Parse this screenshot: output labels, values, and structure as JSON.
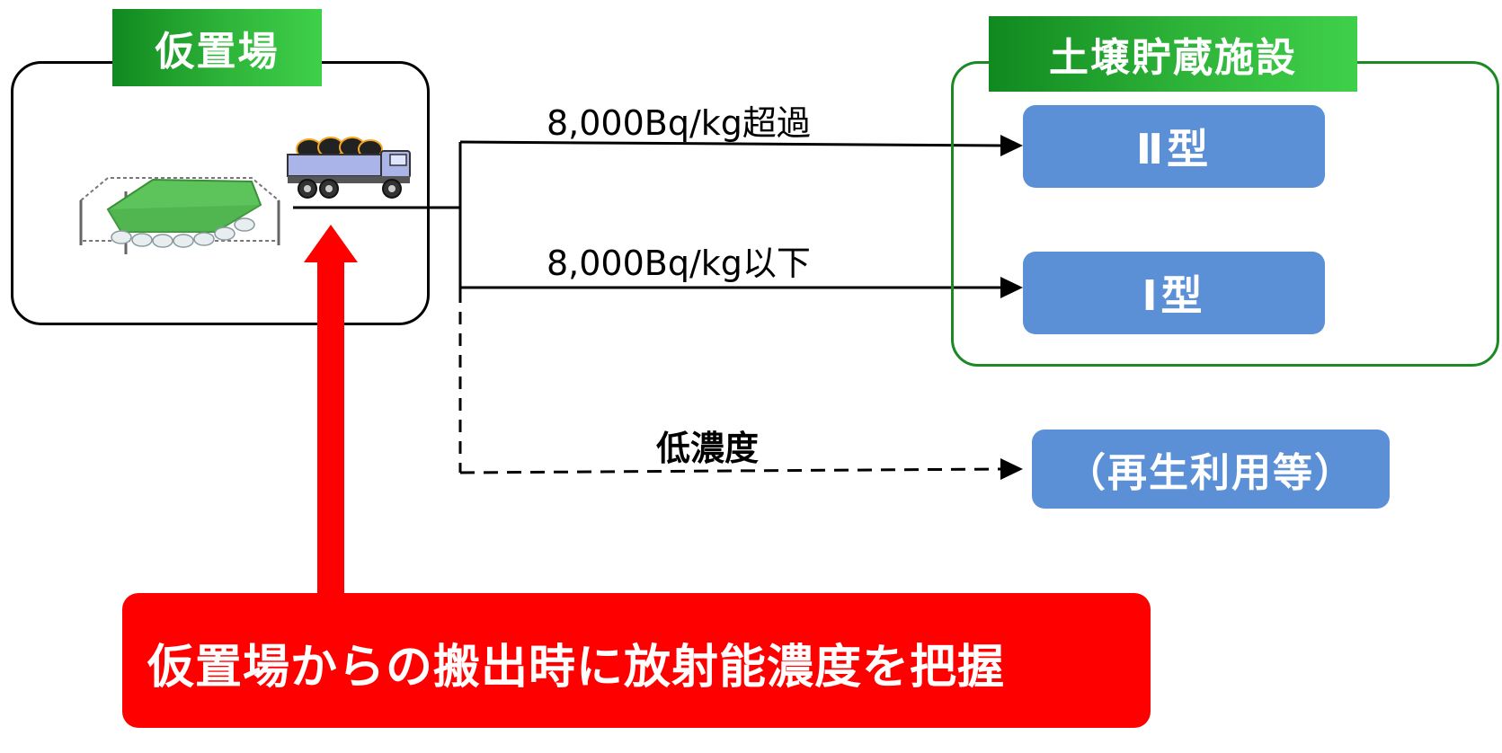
{
  "temporary_site": {
    "title": "仮置場",
    "icons": [
      "covered-waste-pile-icon",
      "dump-truck-icon"
    ]
  },
  "storage_facility": {
    "title": "土壌貯蔵施設",
    "type2_label": "Ⅱ型",
    "type1_label": "Ⅰ型"
  },
  "flows": {
    "over_label": "8,000Bq/kg超過",
    "under_label": "8,000Bq/kg以下",
    "low_label": "低濃度"
  },
  "reuse_label": "（再生利用等）",
  "banner_text": "仮置場からの搬出時に放射能濃度を把握",
  "colors": {
    "green_label": "#2fb53a",
    "storage_border": "#1c8a24",
    "blue_box": "#5b8fd6",
    "red": "#ff0000"
  }
}
